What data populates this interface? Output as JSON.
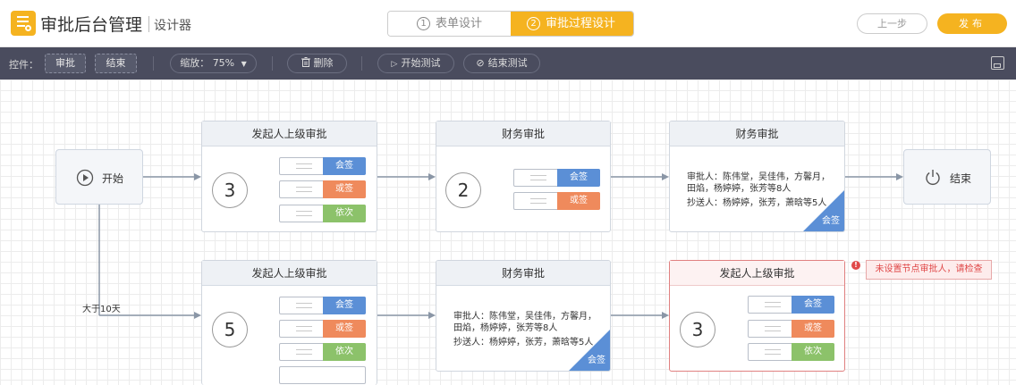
{
  "header": {
    "app_title": "审批后台管理",
    "app_subtitle": "设计器",
    "steps": [
      {
        "num": "1",
        "label": "表单设计"
      },
      {
        "num": "2",
        "label": "审批过程设计"
      }
    ],
    "prev_label": "上一步",
    "publish_label": "发布"
  },
  "toolbar": {
    "controls_label": "控件：",
    "chip_approve": "审批",
    "chip_end": "结束",
    "zoom_label": "缩放：",
    "zoom_value": "75%",
    "delete_label": "删除",
    "start_test_label": "开始测试",
    "end_test_label": "结束测试"
  },
  "flow": {
    "start_label": "开始",
    "end_label": "结束",
    "condition_label": "大于10天",
    "nodes": [
      {
        "title": "发起人上级审批",
        "count": "3",
        "options": [
          "会签",
          "或签",
          "依次"
        ]
      },
      {
        "title": "财务审批",
        "count": "2",
        "options": [
          "会签",
          "或签"
        ]
      },
      {
        "title": "财务审批",
        "approvers_1": "审批人：陈伟堂，吴佳伟，方馨月，",
        "approvers_2": "田焰，杨婷婷，张芳等8人",
        "cc": "抄送人：杨婷婷，张芳，萧晗等5人",
        "mode": "会签"
      },
      {
        "title": "发起人上级审批",
        "count": "5",
        "options": [
          "会签",
          "或签",
          "依次"
        ]
      },
      {
        "title": "财务审批",
        "approvers_1": "审批人：陈伟堂，吴佳伟，方馨月，",
        "approvers_2": "田焰，杨婷婷，张芳等8人",
        "cc": "抄送人：杨婷婷，张芳，萧晗等5人",
        "mode": "会签"
      },
      {
        "title": "发起人上级审批",
        "count": "3",
        "options": [
          "会签",
          "或签",
          "依次"
        ],
        "error": true
      }
    ],
    "error_message": "未设置节点审批人，请检查"
  },
  "colors": {
    "accent": "#f5b320",
    "toolbar": "#4a4c5e",
    "tag_countersign": "#5b8fd6",
    "tag_or_sign": "#ef8a5c",
    "tag_sequential": "#8cc26a",
    "error": "#e04848"
  }
}
